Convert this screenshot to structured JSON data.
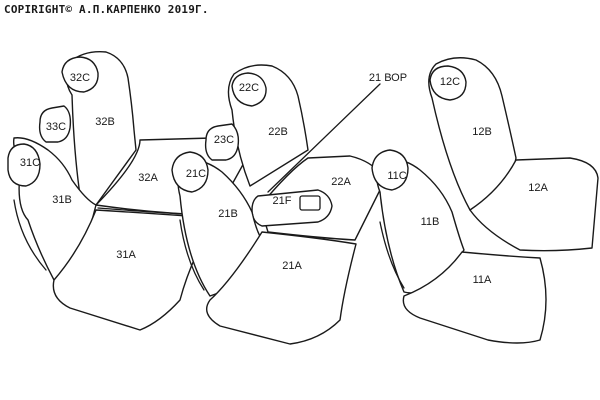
{
  "copyright": "COPIRIGHT© А.П.КАРПЕНКО 2019Г.",
  "seats": {
    "rear": {
      "c1": "32C",
      "c2": "33C",
      "c3": "31C",
      "back_right": "32B",
      "back_left": "31B",
      "cushion_right": "32A",
      "cushion_left": "31A"
    },
    "middle": {
      "c1": "22C",
      "c2": "23C",
      "c3": "21C",
      "back_right": "22B",
      "back_left": "21B",
      "cushion_right": "22A",
      "cushion_left": "21A",
      "armrest": "21F",
      "callout": "21 ВОР"
    },
    "front": {
      "c1": "12C",
      "back": "12B",
      "cushion": "12A",
      "c2": "11C",
      "back2": "11B",
      "cushion2": "11A"
    }
  }
}
